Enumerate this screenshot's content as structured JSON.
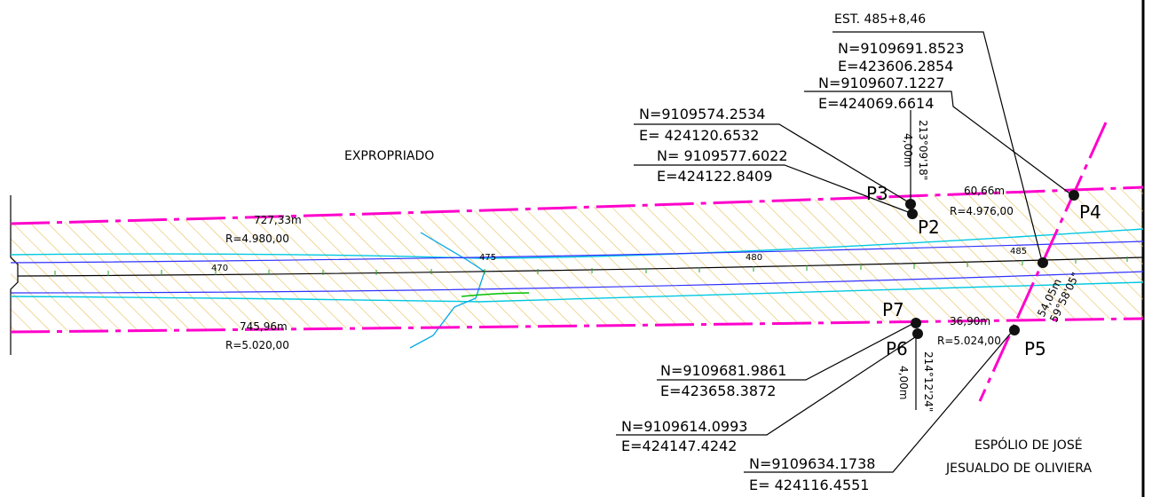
{
  "colors": {
    "boundary": "#ff00cc",
    "hatch": "#e8b84a",
    "water_line": "#00c8e0",
    "blue_line": "#3030ff",
    "green_line": "#00c000",
    "text": "#000000"
  },
  "labels": {
    "expropriado": "EXPROPRIADO",
    "owner_line1": "ESPÓLIO DE JOSÉ",
    "owner_line2": "JESUALDO DE OLIVIERA",
    "station": "EST. 485+8,46"
  },
  "stations": [
    "470",
    "475",
    "480",
    "485"
  ],
  "arcs": {
    "top_left_length": "727,33m",
    "top_left_radius": "R=4.980,00",
    "bottom_left_length": "745,96m",
    "bottom_left_radius": "R=5.020,00",
    "top_right_length": "60,66m",
    "top_right_radius": "R=4.976,00",
    "bottom_right_length": "36,90m",
    "bottom_right_radius": "R=5.024,00"
  },
  "dimensions": {
    "top_offset": "4,00m",
    "top_angle": "213°09'18\"",
    "bottom_offset": "4,00m",
    "bottom_angle": "214°12'24\"",
    "right_length": "54,05m",
    "right_angle": "59°58'05\""
  },
  "points": {
    "p2": {
      "name": "P2",
      "n": "N=9109574.2534",
      "e": "E=  424120.6532"
    },
    "p3": {
      "name": "P3",
      "n": "N=  9109577.6022",
      "e": "E=424122.8409"
    },
    "p4": {
      "name": "P4",
      "n": "N=9109607.1227",
      "e": "E=424069.6614"
    },
    "p5": {
      "name": "P5",
      "n": "N=9109634.1738",
      "e": "E=  424116.4551"
    },
    "p6": {
      "name": "P6",
      "n": "N=9109614.0993",
      "e": "E=424147.4242"
    },
    "p7": {
      "name": "P7",
      "n": "N=9109681.9861",
      "e": "E=423658.3872"
    },
    "est": {
      "n": "N=9109691.8523",
      "e": "E=423606.2854"
    }
  }
}
